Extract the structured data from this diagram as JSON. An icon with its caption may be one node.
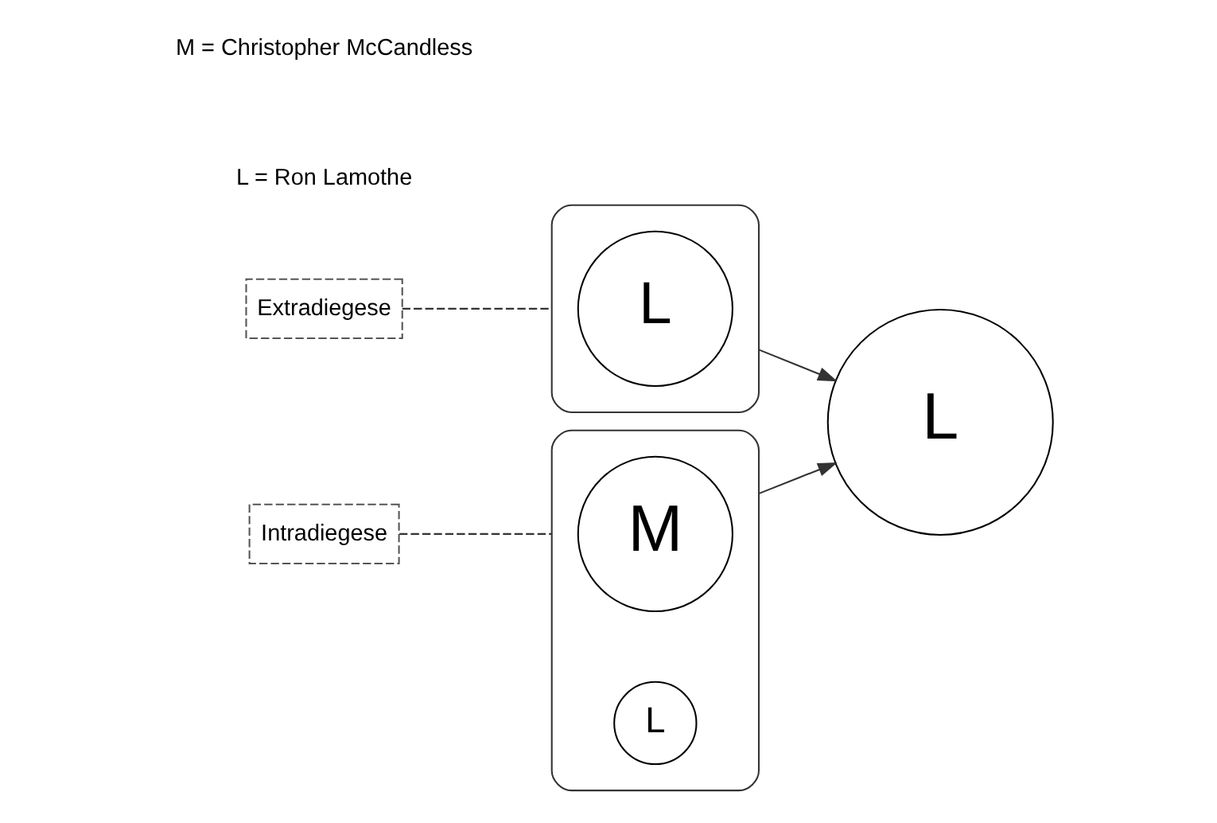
{
  "diagram": {
    "nodes": [
      {
        "text": [],
        "shape": "box"
      },
      {
        "text": [
          "M"
        ],
        "in": 0
      },
      {
        "text": [
          "L"
        ],
        "in": 0
      },
      {
        "text": [
          "Intradiegese"
        ]
      },
      {
        "text": [],
        "shape": "box"
      },
      {
        "text": [
          "L"
        ],
        "in": 4
      },
      {
        "text": [
          "L"
        ]
      },
      {
        "text": [
          "Extradiegese"
        ]
      }
    ],
    "edges": [
      {
        "from": 3,
        "to": 0,
        "arrow": "none",
        "style": "dashed"
      },
      {
        "from": 0,
        "to": 6,
        "arrow": "to"
      },
      {
        "from": 4,
        "to": 6,
        "arrow": "to"
      },
      {
        "from": 7,
        "to": 4,
        "arrow": "none",
        "style": "dashed"
      }
    ],
    "labels": [
      "L = Ron Lamothe",
      "M = Christopher McCandless"
    ]
  }
}
